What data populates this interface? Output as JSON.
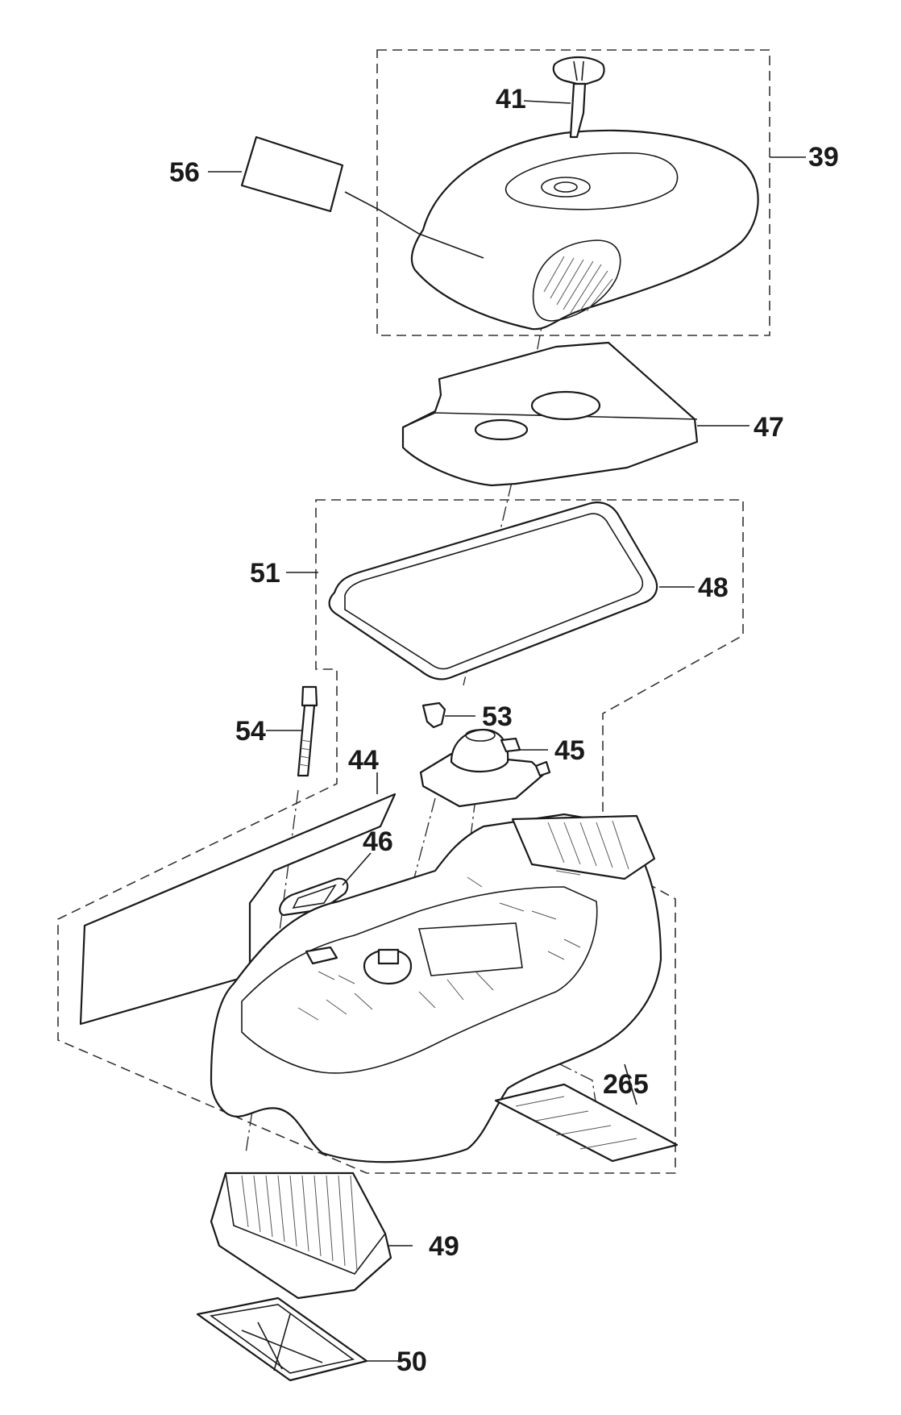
{
  "diagram": {
    "parts": [
      {
        "id": "p39",
        "number": "39"
      },
      {
        "id": "p41",
        "number": "41"
      },
      {
        "id": "p56",
        "number": "56"
      },
      {
        "id": "p47",
        "number": "47"
      },
      {
        "id": "p51",
        "number": "51"
      },
      {
        "id": "p48",
        "number": "48"
      },
      {
        "id": "p54",
        "number": "54"
      },
      {
        "id": "p53",
        "number": "53"
      },
      {
        "id": "p45",
        "number": "45"
      },
      {
        "id": "p44",
        "number": "44"
      },
      {
        "id": "p46",
        "number": "46"
      },
      {
        "id": "p265",
        "number": "265"
      },
      {
        "id": "p49",
        "number": "49"
      },
      {
        "id": "p50",
        "number": "50"
      }
    ]
  }
}
